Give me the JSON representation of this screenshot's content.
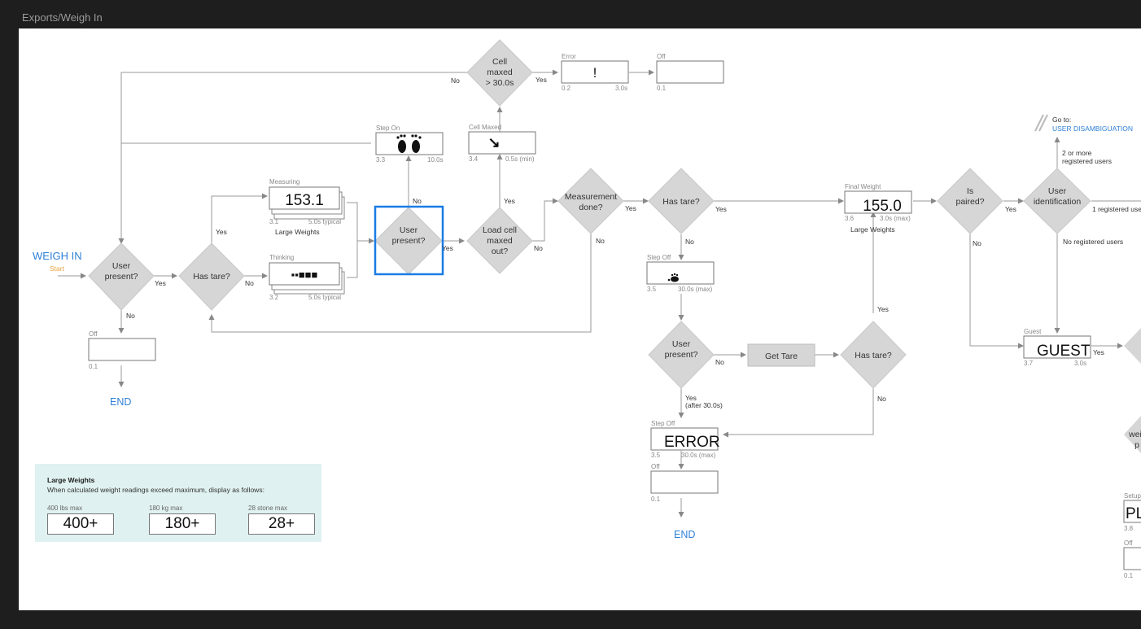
{
  "window": {
    "title": "Exports/Weigh In"
  },
  "start": {
    "title": "WEIGH IN",
    "subtitle": "Start",
    "end_label": "END",
    "end_label_2": "END"
  },
  "decisions": {
    "user_present_1": [
      "User",
      "present?"
    ],
    "has_tare_1": [
      "Has tare?"
    ],
    "user_present_2": [
      "User",
      "present?"
    ],
    "load_cell": [
      "Load cell",
      "maxed",
      "out?"
    ],
    "cell_maxed": [
      "Cell",
      "maxed",
      "> 30.0s"
    ],
    "measurement_done": [
      "Measurement",
      "done?"
    ],
    "has_tare_2": [
      "Has tare?"
    ],
    "user_present_3": [
      "User",
      "present?"
    ],
    "has_tare_3": [
      "Has tare?"
    ],
    "is_paired": [
      "Is",
      "paired?"
    ],
    "user_identification": [
      "User",
      "identification"
    ]
  },
  "edges": {
    "yes": "Yes",
    "no": "No",
    "yes_after": "Yes",
    "after_30": "(after 30.0s)",
    "two_or_more": "2 or more",
    "registered_users": "registered users",
    "one_registered": "1 registered user",
    "no_registered": "No registered users"
  },
  "screens": {
    "off_1": {
      "caption": "Off",
      "num": "0.1",
      "value": ""
    },
    "measuring": {
      "caption": "Measuring",
      "num": "3.1",
      "time": "5.0s typical",
      "value": "153.1",
      "note": "Large Weights"
    },
    "thinking": {
      "caption": "Thinking",
      "num": "3.2",
      "time": "5.0s typical",
      "value": "▪▪■■■"
    },
    "step_on": {
      "caption": "Step On",
      "num": "3.3",
      "time": "10.0s",
      "value": ""
    },
    "cell_maxed": {
      "caption": "Cell Maxed",
      "num": "3.4",
      "time": "0.5s (min)",
      "value": "↘"
    },
    "error": {
      "caption": "Error",
      "num": "0.2",
      "time": "3.0s",
      "value": "!"
    },
    "off_2": {
      "caption": "Off",
      "num": "0.1",
      "value": ""
    },
    "step_off_1": {
      "caption": "Step Off",
      "num": "3.5",
      "time": "30.0s (max)",
      "value": ""
    },
    "step_off_2": {
      "caption": "Step Off",
      "num": "3.5",
      "time": "30.0s (max)",
      "value": "ERROR"
    },
    "off_3": {
      "caption": "Off",
      "num": "0.1",
      "value": ""
    },
    "final_weight": {
      "caption": "Final Weight",
      "num": "3.6",
      "time": "3.0s (max)",
      "value": "155.0",
      "note": "Large Weights"
    },
    "guest": {
      "caption": "Guest",
      "num": "3.7",
      "time": "3.0s",
      "value": "GUEST"
    },
    "setup": {
      "caption": "Setup",
      "num": "3.8",
      "value": "PL"
    },
    "off_4": {
      "caption": "Off",
      "num": "0.1",
      "value": ""
    }
  },
  "actions": {
    "get_tare": "Get Tare"
  },
  "goto": {
    "label": "Go to:",
    "target": "USER DISAMBIGUATION"
  },
  "partial": {
    "weigh_1": "wei",
    "weigh_2": "p"
  },
  "legend": {
    "title": "Large Weights",
    "description": "When calculated weight readings exceed maximum, display as follows:",
    "items": [
      {
        "caption": "400 lbs max",
        "value": "400+"
      },
      {
        "caption": "180 kg max",
        "value": "180+"
      },
      {
        "caption": "28 stone max",
        "value": "28+"
      }
    ]
  },
  "colors": {
    "background": "#1e1e1e",
    "canvas": "#ffffff",
    "diamond": "#d6d6d6",
    "accent_blue": "#2f80d8",
    "start_orange": "#e8a13a",
    "legend_bg": "#dff1f0"
  }
}
